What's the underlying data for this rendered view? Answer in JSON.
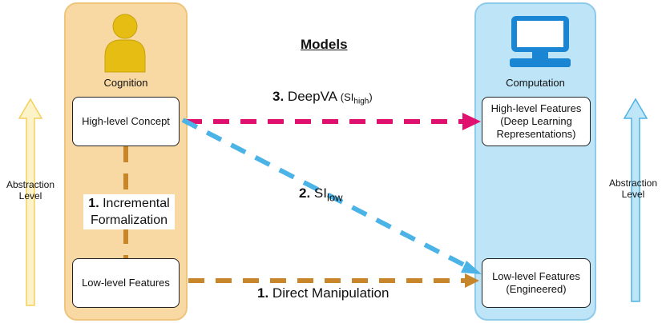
{
  "title": "Models",
  "cognition": {
    "label": "Cognition",
    "high_box": "High-level Concept",
    "low_box": "Low-level Features",
    "icon": "person-icon"
  },
  "computation": {
    "label": "Computation",
    "high_box_line1": "High-level Features",
    "high_box_line2": "(Deep Learning",
    "high_box_line3": "Representations)",
    "low_box_line1": "Low-level Features",
    "low_box_line2": "(Engineered)",
    "icon": "computer-icon"
  },
  "abstraction_left": {
    "line1": "Abstraction",
    "line2": "Level"
  },
  "abstraction_right": {
    "line1": "Abstraction",
    "line2": "Level"
  },
  "connections": {
    "deepva": {
      "number": "3.",
      "text": "DeepVA",
      "paren_open": "(SI",
      "sub": "high",
      "paren_close": ")"
    },
    "silow": {
      "number": "2.",
      "text": "SI",
      "sub": "low"
    },
    "direct": {
      "number": "1.",
      "text": "Direct Manipulation"
    },
    "incremental": {
      "number": "1.",
      "line1": "Incremental",
      "line2": "Formalization"
    }
  },
  "colors": {
    "magenta": "#e0106f",
    "blue": "#4cb3e6",
    "orange": "#c8862a",
    "left_arrow_fill": "#fdf3c9",
    "left_arrow_stroke": "#f4d05b",
    "right_arrow_fill": "#bfe6f7",
    "right_arrow_stroke": "#4cb3e6"
  }
}
